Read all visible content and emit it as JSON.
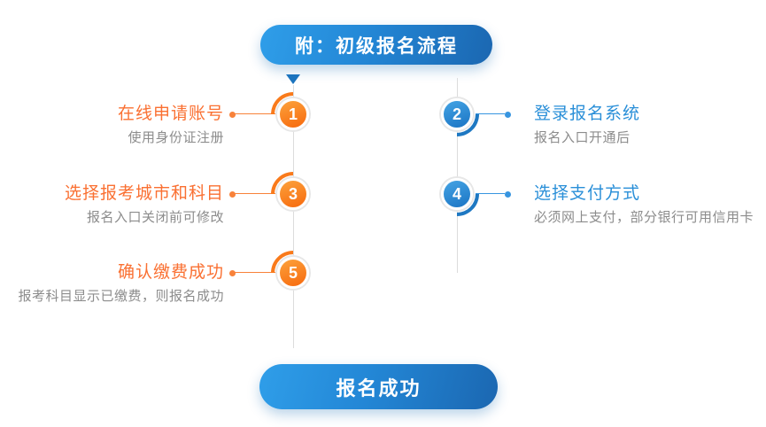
{
  "header": {
    "label": "附：初级报名流程"
  },
  "footer": {
    "label": "报名成功"
  },
  "steps": [
    {
      "number": "1",
      "title": "在线申请账号",
      "subtitle": "使用身份证注册",
      "side": "left",
      "accent": "orange"
    },
    {
      "number": "2",
      "title": "登录报名系统",
      "subtitle": "报名入口开通后",
      "side": "right",
      "accent": "blue"
    },
    {
      "number": "3",
      "title": "选择报考城市和科目",
      "subtitle": "报名入口关闭前可修改",
      "side": "left",
      "accent": "orange"
    },
    {
      "number": "4",
      "title": "选择支付方式",
      "subtitle": "必须网上支付，部分银行可用信用卡",
      "side": "right",
      "accent": "blue"
    },
    {
      "number": "5",
      "title": "确认缴费成功",
      "subtitle": "报考科目显示已缴费，则报名成功",
      "side": "left",
      "accent": "orange"
    }
  ],
  "icons": {
    "flow_start_arrow": "arrow-down-icon"
  },
  "colors": {
    "accent_orange": "#f97a1f",
    "accent_orange_text": "#fa7032",
    "accent_blue": "#1e78c2",
    "accent_blue_text": "#2a8fd8",
    "pill_gradient_start": "#2f9ee9",
    "pill_gradient_end": "#1b67b1",
    "rail_gray": "#dcdcdc",
    "subtitle_gray": "#8c8c8c",
    "node_ring_gray": "#e7e7e7"
  }
}
